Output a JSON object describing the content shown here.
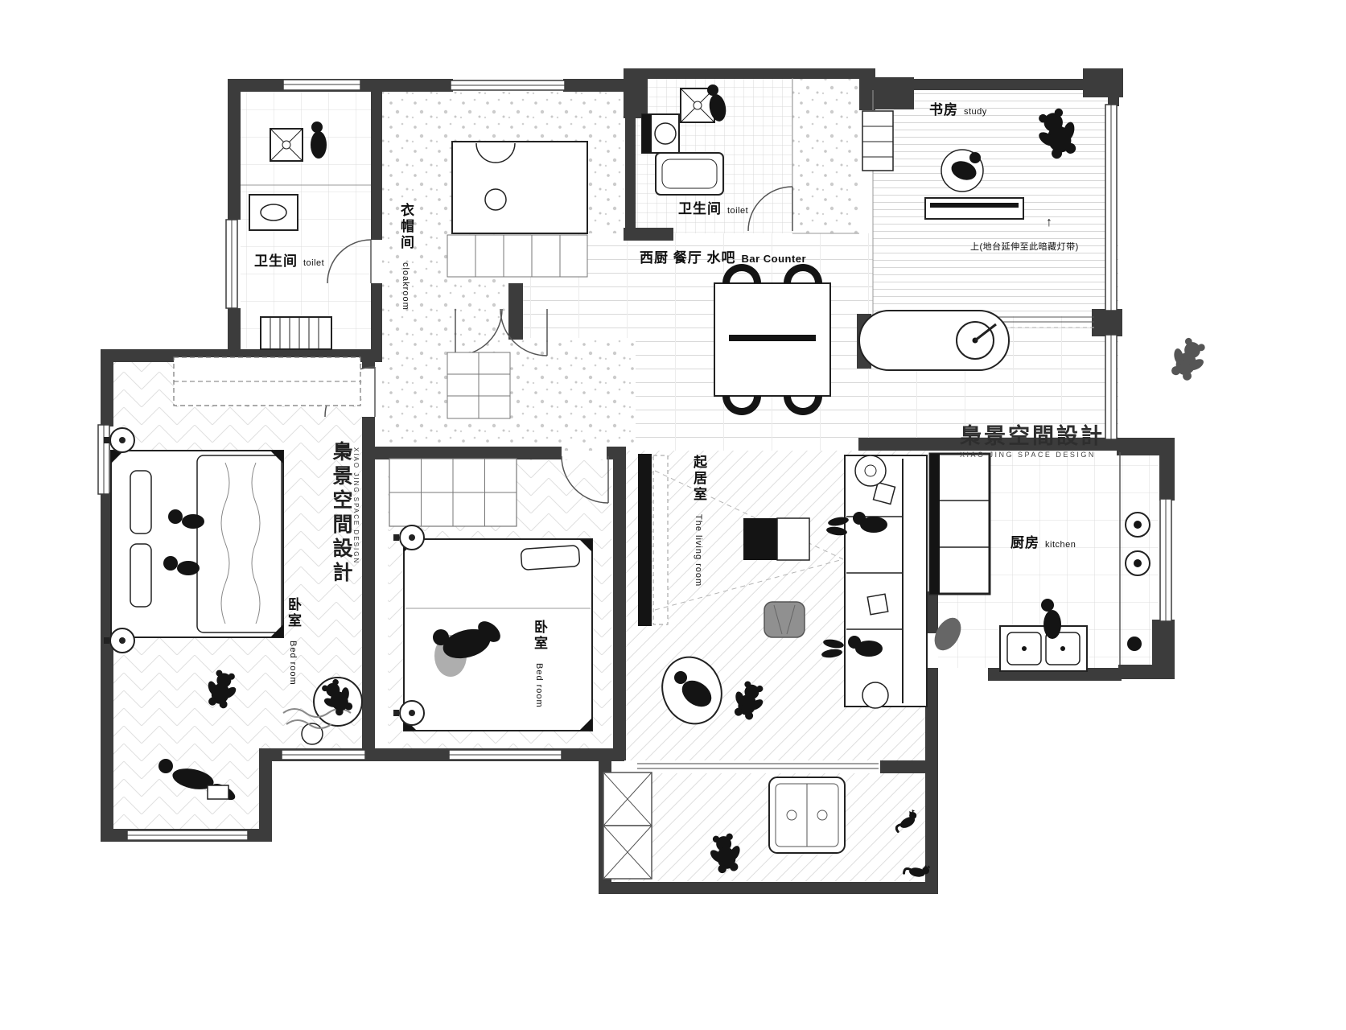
{
  "colors": {
    "wall": "#3c3c3c",
    "ink": "#111111",
    "paper": "#ffffff",
    "floor_line": "#dddddd"
  },
  "rooms": {
    "toilet_left": {
      "zh": "卫生间",
      "en": "toilet"
    },
    "cloakroom": {
      "zh": "衣帽间",
      "en": "cloakroom"
    },
    "toilet_mid": {
      "zh": "卫生间",
      "en": "toilet"
    },
    "study": {
      "zh": "书房",
      "en": "study"
    },
    "dining_bar": {
      "zh": "西厨  餐厅  水吧",
      "en": "Bar Counter"
    },
    "bedroom_left": {
      "zh": "卧室",
      "en": "Bed room"
    },
    "bedroom_mid": {
      "zh": "卧室",
      "en": "Bed room"
    },
    "living": {
      "zh": "起居室",
      "en": "The living room"
    },
    "kitchen": {
      "zh": "厨房",
      "en": "kitchen"
    }
  },
  "annotations": {
    "platform_note": "上(地台延伸至此暗藏灯带)",
    "up_arrow": "↑"
  },
  "watermark": {
    "zh": "梟景空間設計",
    "en": "XIAO JING SPACE DESIGN"
  }
}
